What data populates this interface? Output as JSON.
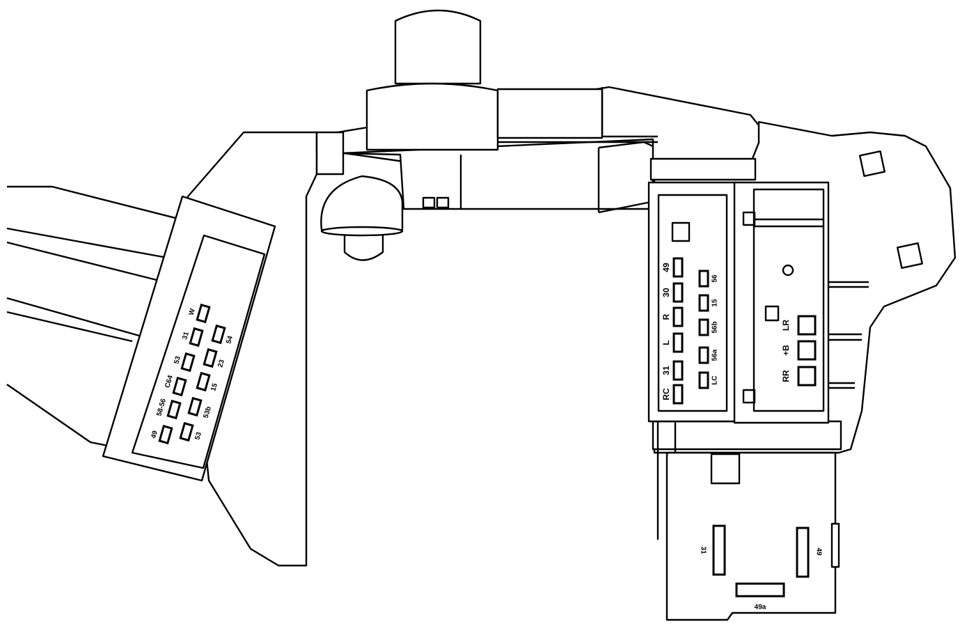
{
  "left_connector": {
    "row_a": [
      "49",
      "58-56",
      "C64",
      "53",
      "31",
      "W"
    ],
    "row_b": [
      "53",
      "53b",
      "15",
      "23",
      "54"
    ]
  },
  "center_connector": {
    "left_column": [
      "RC",
      "31",
      "L",
      "R",
      "30",
      "49"
    ],
    "right_column": [
      "LC",
      "56a",
      "56b",
      "15",
      "56"
    ]
  },
  "right_module": {
    "labels": [
      "LR",
      "+B",
      "RR"
    ]
  },
  "bottom_module": {
    "labels": [
      "31",
      "49",
      "49a"
    ]
  }
}
